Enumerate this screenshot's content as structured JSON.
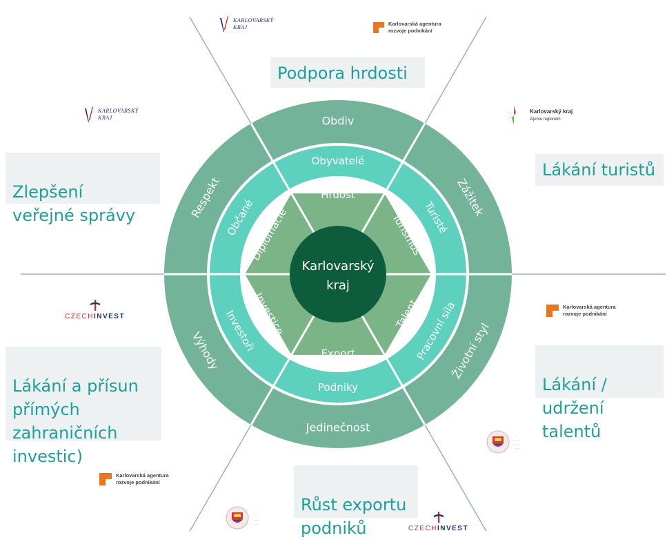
{
  "center": {
    "line1": "Karlovarský",
    "line2": "kraj"
  },
  "rings": {
    "outer": [
      "Obdiv",
      "Zážitek",
      "Životní styl",
      "Jedinečnost",
      "Výhody",
      "Respekt"
    ],
    "middle": [
      "Obyvatelé",
      "Turisté",
      "Pracovní síla",
      "Podniky",
      "Investoři",
      "Občané"
    ],
    "inner": [
      "Hrdost",
      "Turismus",
      "Talent",
      "Export",
      "Investice",
      "Diplomacie"
    ]
  },
  "goals": {
    "top": "Podpora hrdosti",
    "top_left": "Zlepšení\nveřejné správy",
    "top_right": "Lákání turistů",
    "bottom_left": "Lákání a přísun\npřímých\nzahraničních\ninvestic)",
    "bottom_right": "Lákání /\nudržení talentů",
    "bottom": "Růst exportu\npodniků"
  },
  "logos": {
    "kraj": "KARLOVARSKÝ\nKRAJ",
    "kkarp": "Karlovarská agentura\nrozvoje podnikání",
    "tourism": "Karlovarský kraj",
    "tourism_sub": "Zijeme regionem",
    "czechinvest_a": "CZECH",
    "czechinvest_b": "INVEST"
  },
  "colors": {
    "outer": "#72b39a",
    "middle": "#5dd1bd",
    "inner": "#7bb486",
    "center": "#0d5d3c",
    "text_box": "#1f9f9a",
    "box_bg": "#edf1f1",
    "divider": "#9ab0c8"
  }
}
